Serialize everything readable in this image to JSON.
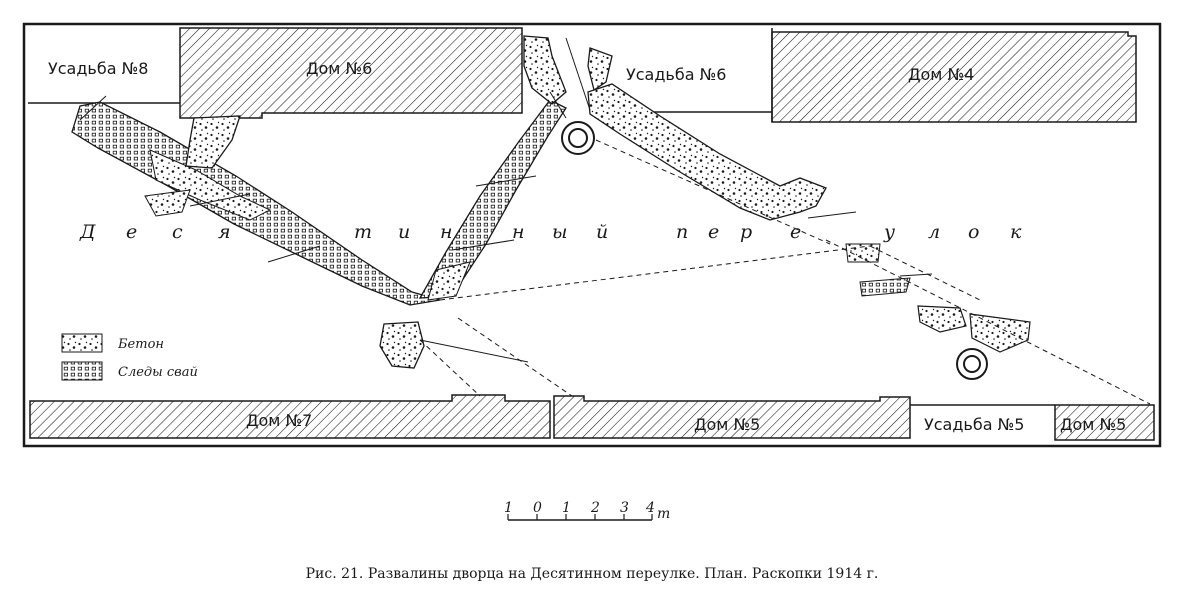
{
  "buildings": {
    "usadba8": "Усадьба №8",
    "dom6": "Дом №6",
    "usadba6": "Усадьба №6",
    "dom4": "Дом №4",
    "dom7": "Дом №7",
    "dom5": "Дом №5",
    "usadba5": "Усадьба №5",
    "dom5b": "Дом №5"
  },
  "street": {
    "letters": [
      "Д",
      "е",
      "с",
      "я",
      "т",
      "и",
      "н",
      "н",
      "ы",
      "й",
      "п",
      "е",
      "р",
      "е",
      "у",
      "л",
      "о",
      "к"
    ]
  },
  "legend": {
    "concrete": "Бетон",
    "piles": "Следы свай"
  },
  "scale": {
    "ticks": [
      "1",
      "0",
      "1",
      "2",
      "3",
      "4"
    ],
    "unit": "m"
  },
  "caption": "Рис. 21. Развалины дворца на Десятинном переулке. План. Раскопки 1914 г.",
  "colors": {
    "ink": "#1a1a1a",
    "paper": "#ffffff"
  }
}
